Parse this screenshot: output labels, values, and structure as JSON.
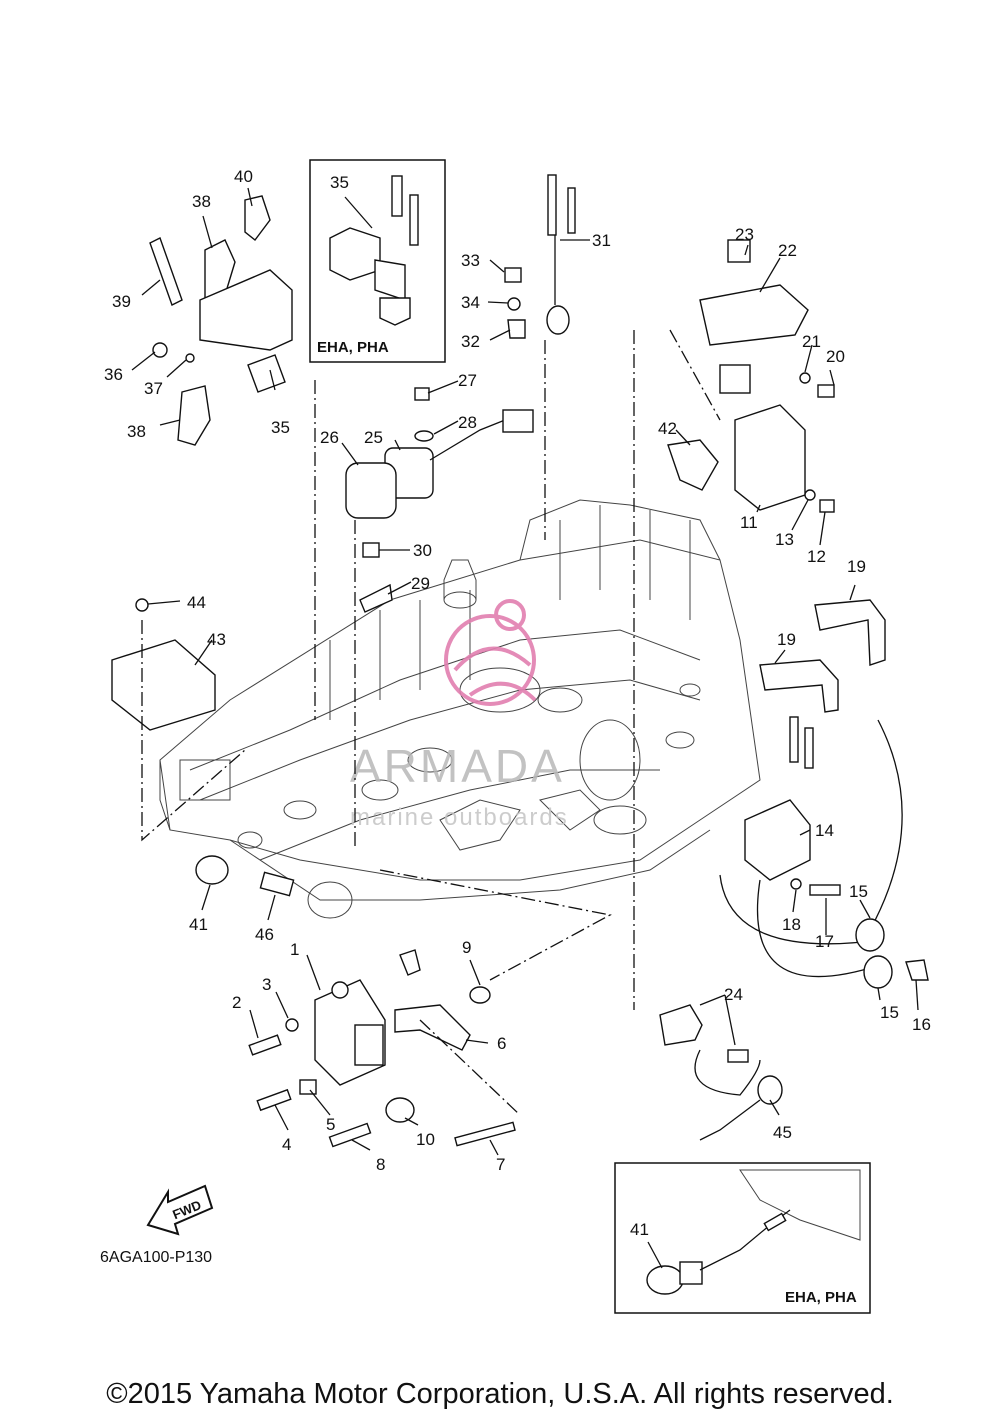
{
  "callouts": [
    {
      "id": "c1",
      "text": "1"
    },
    {
      "id": "c2",
      "text": "2"
    },
    {
      "id": "c3",
      "text": "3"
    },
    {
      "id": "c4",
      "text": "4"
    },
    {
      "id": "c5",
      "text": "5"
    },
    {
      "id": "c6",
      "text": "6"
    },
    {
      "id": "c7",
      "text": "7"
    },
    {
      "id": "c8",
      "text": "8"
    },
    {
      "id": "c9",
      "text": "9"
    },
    {
      "id": "c10",
      "text": "10"
    },
    {
      "id": "c11",
      "text": "11"
    },
    {
      "id": "c12",
      "text": "12"
    },
    {
      "id": "c13",
      "text": "13"
    },
    {
      "id": "c14",
      "text": "14"
    },
    {
      "id": "c15a",
      "text": "15"
    },
    {
      "id": "c15b",
      "text": "15"
    },
    {
      "id": "c16",
      "text": "16"
    },
    {
      "id": "c17",
      "text": "17"
    },
    {
      "id": "c18",
      "text": "18"
    },
    {
      "id": "c19a",
      "text": "19"
    },
    {
      "id": "c19b",
      "text": "19"
    },
    {
      "id": "c20",
      "text": "20"
    },
    {
      "id": "c21",
      "text": "21"
    },
    {
      "id": "c22",
      "text": "22"
    },
    {
      "id": "c23",
      "text": "23"
    },
    {
      "id": "c24",
      "text": "24"
    },
    {
      "id": "c25",
      "text": "25"
    },
    {
      "id": "c26",
      "text": "26"
    },
    {
      "id": "c27",
      "text": "27"
    },
    {
      "id": "c28",
      "text": "28"
    },
    {
      "id": "c29",
      "text": "29"
    },
    {
      "id": "c30",
      "text": "30"
    },
    {
      "id": "c31",
      "text": "31"
    },
    {
      "id": "c32",
      "text": "32"
    },
    {
      "id": "c33",
      "text": "33"
    },
    {
      "id": "c34",
      "text": "34"
    },
    {
      "id": "c35a",
      "text": "35"
    },
    {
      "id": "c35b",
      "text": "35"
    },
    {
      "id": "c36",
      "text": "36"
    },
    {
      "id": "c37",
      "text": "37"
    },
    {
      "id": "c38a",
      "text": "38"
    },
    {
      "id": "c38b",
      "text": "38"
    },
    {
      "id": "c39",
      "text": "39"
    },
    {
      "id": "c40",
      "text": "40"
    },
    {
      "id": "c41a",
      "text": "41"
    },
    {
      "id": "c41b",
      "text": "41"
    },
    {
      "id": "c42",
      "text": "42"
    },
    {
      "id": "c43",
      "text": "43"
    },
    {
      "id": "c44",
      "text": "44"
    },
    {
      "id": "c45",
      "text": "45"
    },
    {
      "id": "c46",
      "text": "46"
    }
  ],
  "inset_top_label": "EHA, PHA",
  "inset_bottom_label": "EHA, PHA",
  "fwd_label": "FWD",
  "part_number": "6AGA100-P130",
  "watermark": {
    "brand": "ARMADA",
    "tagline": "marine outboards"
  },
  "copyright": "©2015 Yamaha Motor Corporation, U.S.A. All rights reserved."
}
